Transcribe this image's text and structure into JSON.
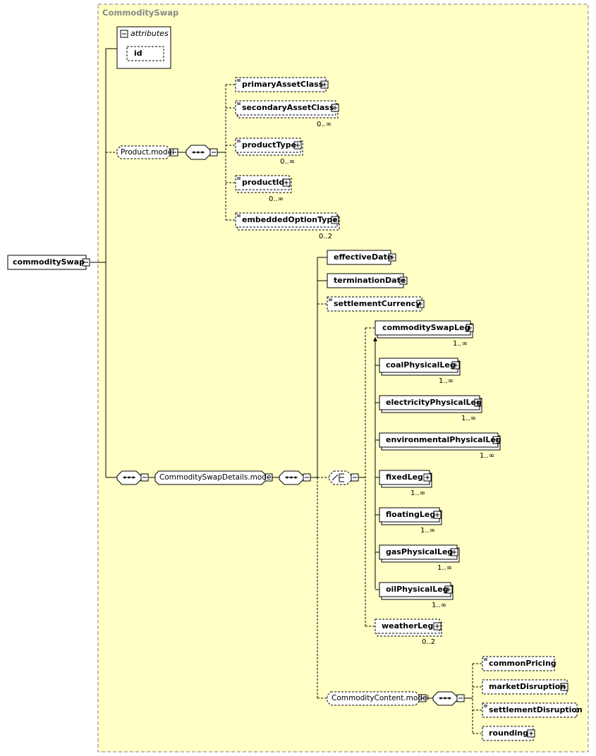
{
  "container": {
    "title": "CommoditySwap"
  },
  "root": {
    "label": "commoditySwap"
  },
  "attributes": {
    "label": "attributes",
    "items": [
      "id"
    ]
  },
  "product_model": {
    "label": "Product.model",
    "children": [
      {
        "label": "primaryAssetClass",
        "cardinality": ""
      },
      {
        "label": "secondaryAssetClass",
        "cardinality": "0..∞"
      },
      {
        "label": "productType",
        "cardinality": "0..∞"
      },
      {
        "label": "productId",
        "cardinality": "0..∞"
      },
      {
        "label": "embeddedOptionType",
        "cardinality": "0..2"
      }
    ]
  },
  "details_model": {
    "label": "CommoditySwapDetails.model",
    "children": [
      {
        "label": "effectiveDate",
        "cardinality": ""
      },
      {
        "label": "terminationDate",
        "cardinality": ""
      },
      {
        "label": "settlementCurrency",
        "cardinality": ""
      }
    ]
  },
  "choice": {
    "items": [
      {
        "label": "commoditySwapLeg",
        "cardinality": "1..∞"
      },
      {
        "label": "coalPhysicalLeg",
        "cardinality": "1..∞"
      },
      {
        "label": "electricityPhysicalLeg",
        "cardinality": "1..∞"
      },
      {
        "label": "environmentalPhysicalLeg",
        "cardinality": "1..∞"
      },
      {
        "label": "fixedLeg",
        "cardinality": "1..∞"
      },
      {
        "label": "floatingLeg",
        "cardinality": "1..∞"
      },
      {
        "label": "gasPhysicalLeg",
        "cardinality": "1..∞"
      },
      {
        "label": "oilPhysicalLeg",
        "cardinality": "1..∞"
      },
      {
        "label": "weatherLeg",
        "cardinality": "0..2"
      }
    ]
  },
  "content_model": {
    "label": "CommodityContent.model",
    "children": [
      {
        "label": "commonPricing",
        "cardinality": ""
      },
      {
        "label": "marketDisruption",
        "cardinality": ""
      },
      {
        "label": "settlementDisruption",
        "cardinality": ""
      },
      {
        "label": "rounding",
        "cardinality": ""
      }
    ]
  },
  "colors": {
    "background": "#ffffc6",
    "border": "#808080",
    "line": "#000000"
  }
}
